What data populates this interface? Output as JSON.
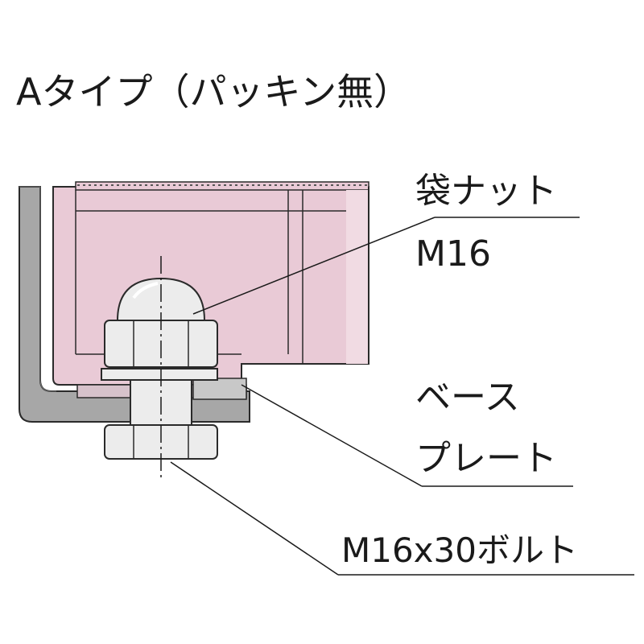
{
  "title": "Aタイプ（パッキン無）",
  "labels": {
    "cap_nut": "袋ナット",
    "cap_nut_size": "M16",
    "base_plate_line1": "ベース",
    "base_plate_line2": "プレート",
    "bolt": "M16x30ボルト"
  },
  "colors": {
    "panel_fill": "#e9cad6",
    "panel_stroke": "#2a2a2a",
    "steel_fill": "#a7a7a7",
    "steel_dark": "#8c8c8c",
    "nut_fill": "#ececec",
    "line": "#1a1a1a"
  }
}
